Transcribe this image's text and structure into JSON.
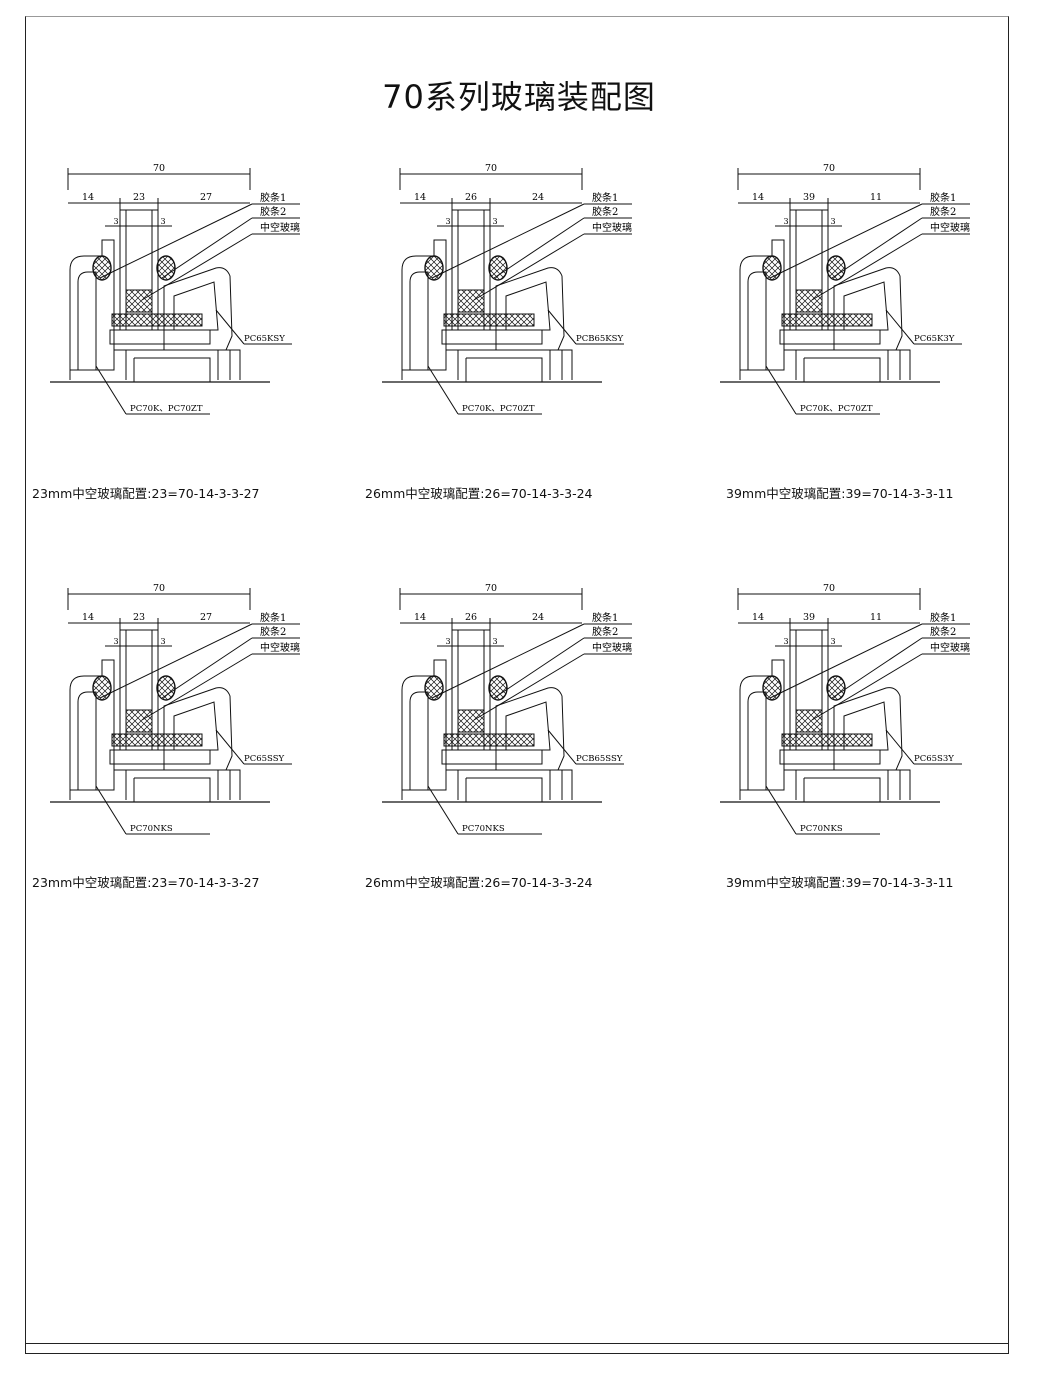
{
  "title": "70系列玻璃装配图",
  "labels": {
    "gasket1": "胶条1",
    "gasket2": "胶条2",
    "glass": "中空玻璃"
  },
  "panels": [
    {
      "total": "70",
      "left": "14",
      "mid": "23",
      "right": "27",
      "gap": "3",
      "bead": "PC65KSY",
      "frame": "PC70K、PC70ZT",
      "caption": "23mm中空玻璃配置:23=70-14-3-3-27"
    },
    {
      "total": "70",
      "left": "14",
      "mid": "26",
      "right": "24",
      "gap": "3",
      "bead": "PCB65KSY",
      "frame": "PC70K、PC70ZT",
      "caption": "26mm中空玻璃配置:26=70-14-3-3-24"
    },
    {
      "total": "70",
      "left": "14",
      "mid": "39",
      "right": "11",
      "gap": "3",
      "bead": "PC65K3Y",
      "frame": "PC70K、PC70ZT",
      "caption": "39mm中空玻璃配置:39=70-14-3-3-11"
    },
    {
      "total": "70",
      "left": "14",
      "mid": "23",
      "right": "27",
      "gap": "3",
      "bead": "PC65SSY",
      "frame": "PC70NKS",
      "caption": "23mm中空玻璃配置:23=70-14-3-3-27"
    },
    {
      "total": "70",
      "left": "14",
      "mid": "26",
      "right": "24",
      "gap": "3",
      "bead": "PCB65SSY",
      "frame": "PC70NKS",
      "caption": "26mm中空玻璃配置:26=70-14-3-3-24"
    },
    {
      "total": "70",
      "left": "14",
      "mid": "39",
      "right": "11",
      "gap": "3",
      "bead": "PC65S3Y",
      "frame": "PC70NKS",
      "caption": "39mm中空玻璃配置:39=70-14-3-3-11"
    }
  ]
}
